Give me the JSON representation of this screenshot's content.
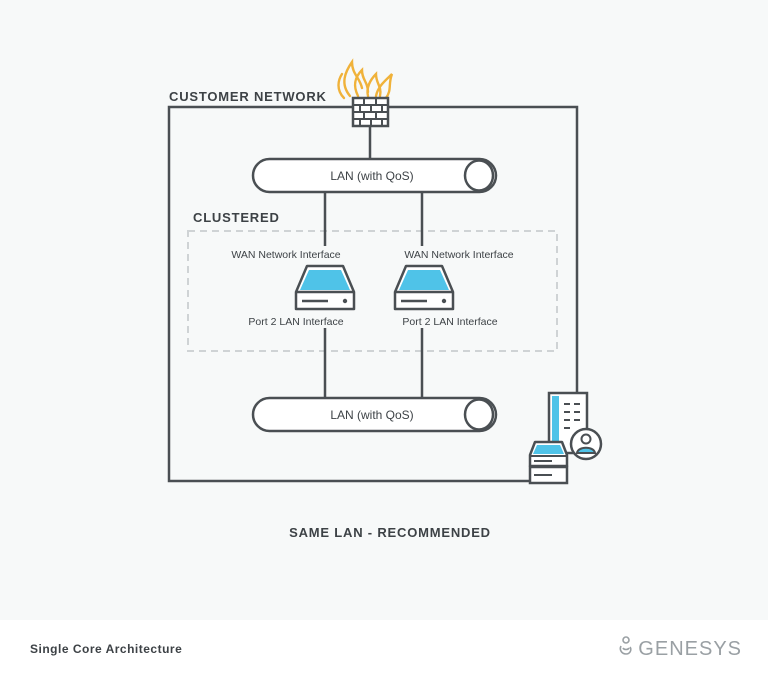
{
  "diagram": {
    "customer_network_label": "CUSTOMER NETWORK",
    "clustered_label": "CLUSTERED",
    "lan_top_label": "LAN (with QoS)",
    "lan_bottom_label": "LAN (with QoS)",
    "nodes": [
      {
        "wan_label": "WAN Network Interface",
        "port_label": "Port 2 LAN Interface"
      },
      {
        "wan_label": "WAN Network Interface",
        "port_label": "Port 2 LAN Interface"
      }
    ],
    "caption": "SAME LAN - RECOMMENDED"
  },
  "footer": {
    "title": "Single Core Architecture",
    "logo_text": "GENESYS"
  },
  "colors": {
    "stroke": "#4a4f53",
    "accent_blue": "#4fc3e8",
    "flame": "#f0b23a",
    "cluster_dash": "#cfd3d5",
    "background": "#f7f9f9"
  },
  "icons": [
    "firewall-icon",
    "server-icon",
    "user-workstation-icon",
    "genesys-logo-icon"
  ]
}
